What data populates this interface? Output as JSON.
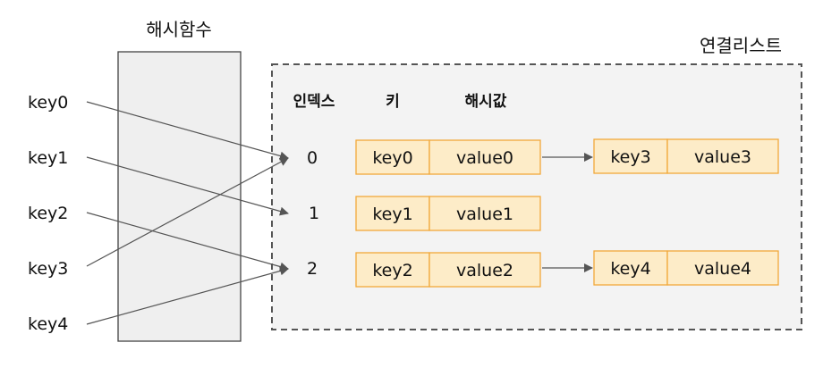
{
  "hash_function_label": "해시함수",
  "linked_list_label": "연결리스트",
  "headers": {
    "index": "인덱스",
    "key": "키",
    "hash_value": "해시값"
  },
  "inputs": [
    "key0",
    "key1",
    "key2",
    "key3",
    "key4"
  ],
  "indices": [
    "0",
    "1",
    "2"
  ],
  "table_rows": [
    {
      "key": "key0",
      "value": "value0"
    },
    {
      "key": "key1",
      "value": "value1"
    },
    {
      "key": "key2",
      "value": "value2"
    }
  ],
  "chained_nodes": [
    {
      "row": 0,
      "key": "key3",
      "value": "value3"
    },
    {
      "row": 2,
      "key": "key4",
      "value": "value4"
    }
  ],
  "mappings": [
    {
      "input": "key0",
      "index": "0"
    },
    {
      "input": "key1",
      "index": "1"
    },
    {
      "input": "key2",
      "index": "2"
    },
    {
      "input": "key3",
      "index": "0"
    },
    {
      "input": "key4",
      "index": "2"
    }
  ],
  "colors": {
    "cell_fill": "#fdecc8",
    "cell_border": "#f2a93b",
    "hash_box_fill": "#efefef",
    "hash_box_border": "#444444",
    "container_fill": "#f3f3f3",
    "container_border": "#555555",
    "arrow": "#555555"
  }
}
